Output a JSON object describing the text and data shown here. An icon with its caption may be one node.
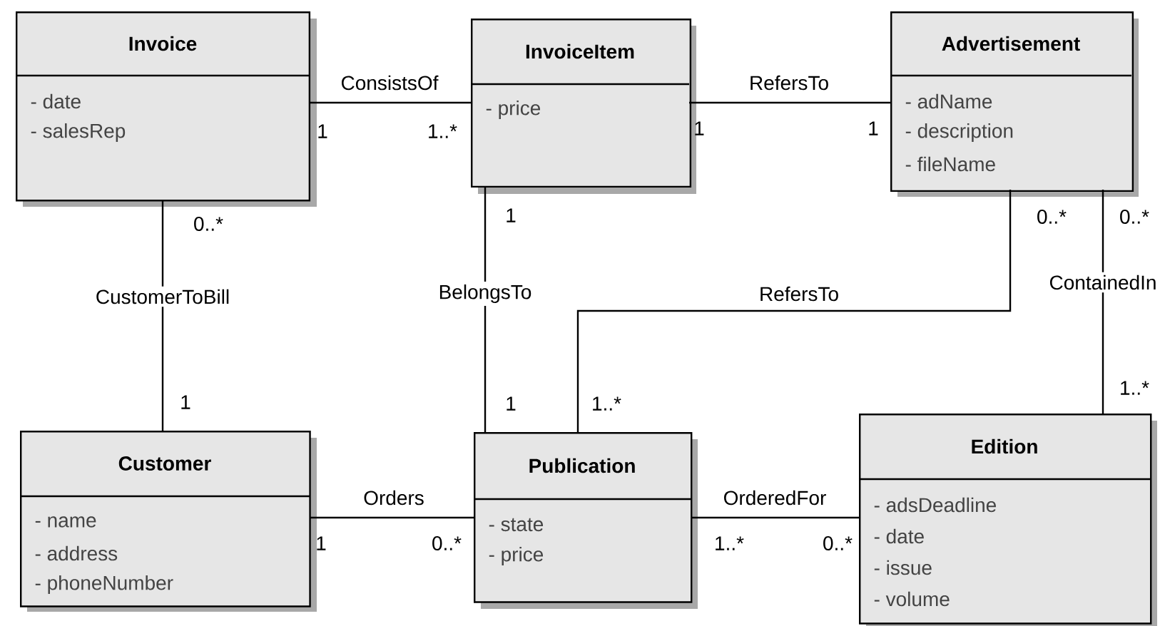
{
  "diagram": {
    "nodes": [
      {
        "text": [
          "Invoice",
          "- date",
          "- salesRep"
        ]
      },
      {
        "text": [
          "InvoiceItem",
          "- price"
        ]
      },
      {
        "text": [
          "Advertisement",
          "- adName",
          "- description",
          "- fileName"
        ]
      },
      {
        "text": [
          "Customer",
          "- name",
          "- address",
          "- phoneNumber"
        ]
      },
      {
        "text": [
          "Publication",
          "- state",
          "- price"
        ]
      },
      {
        "text": [
          "Edition",
          "- adsDeadline",
          "- date",
          "- issue",
          "- volume"
        ]
      }
    ],
    "edges": [
      {
        "from": 0,
        "to": 1,
        "arrow": "none",
        "label": "ConsistsOf"
      },
      {
        "from": 1,
        "to": 2,
        "arrow": "none",
        "label": "RefersTo"
      },
      {
        "from": 0,
        "to": 3,
        "arrow": "none",
        "label": "CustomerToBill"
      },
      {
        "from": 1,
        "to": 4,
        "arrow": "none",
        "label": "BelongsTo"
      },
      {
        "from": 2,
        "to": 4,
        "arrow": "none",
        "label": "RefersTo"
      },
      {
        "from": 2,
        "to": 5,
        "arrow": "none",
        "label": "ContainedIn"
      },
      {
        "from": 3,
        "to": 4,
        "arrow": "none",
        "label": "Orders"
      },
      {
        "from": 4,
        "to": 5,
        "arrow": "none",
        "label": "OrderedFor"
      }
    ],
    "labels": [
      "1",
      "1..*",
      "1",
      "1",
      "0..*",
      "1",
      "0..*",
      "0..*",
      "1",
      "1",
      "1..*",
      "1..*",
      "1",
      "0..*",
      "1..*",
      "0..*"
    ]
  }
}
